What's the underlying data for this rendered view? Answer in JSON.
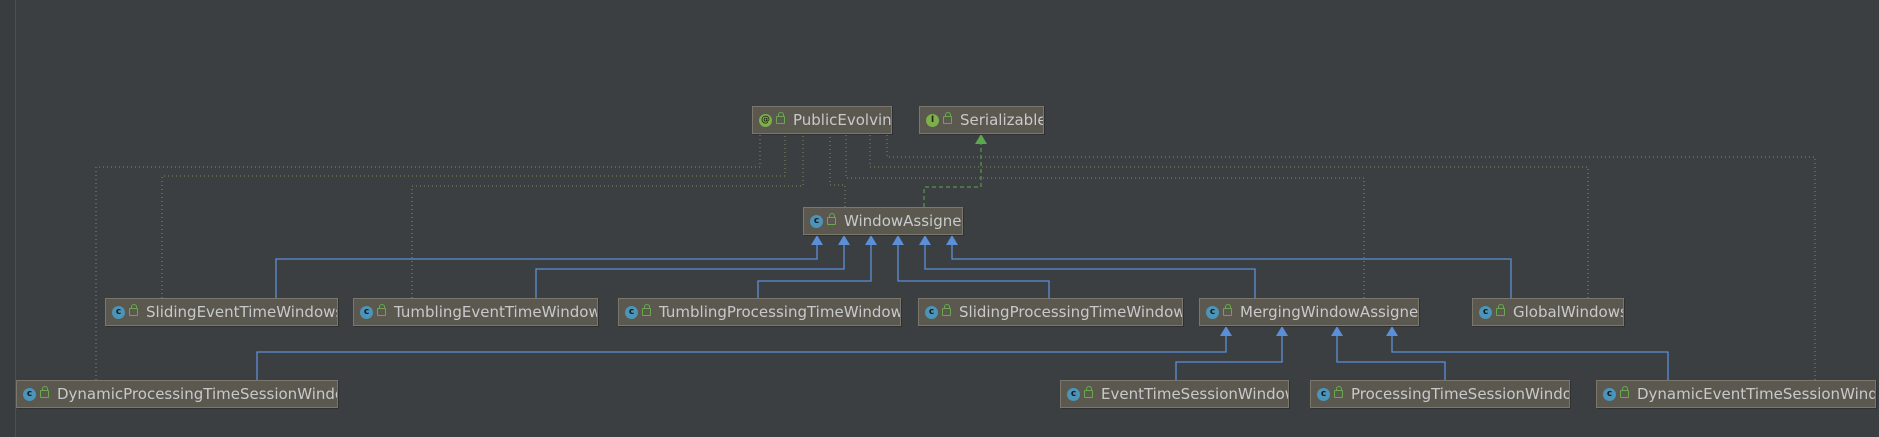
{
  "diagram": {
    "title": "",
    "colors": {
      "background": "#3c3f41",
      "node_fill": "#5b5850",
      "node_border": "#7b776c",
      "node_text": "#c7c9cb",
      "extends_edge": "#5b8fd8",
      "implements_edge": "#5ca84f",
      "annotation_edge": "#7f8f5a"
    },
    "nodes": [
      {
        "id": "publicevolving",
        "label": "PublicEvolving",
        "kind": "annotation",
        "icon": "annotation-icon"
      },
      {
        "id": "serializable",
        "label": "Serializable",
        "kind": "interface",
        "icon": "interface-icon"
      },
      {
        "id": "windowassigner",
        "label": "WindowAssigner",
        "kind": "class",
        "icon": "class-icon"
      },
      {
        "id": "slidingeventtimewindows",
        "label": "SlidingEventTimeWindows",
        "kind": "class",
        "icon": "class-icon"
      },
      {
        "id": "tumblingeventtimewindows",
        "label": "TumblingEventTimeWindows",
        "kind": "class",
        "icon": "class-icon"
      },
      {
        "id": "tumblingprocessingtimewindows",
        "label": "TumblingProcessingTimeWindows",
        "kind": "class",
        "icon": "class-icon"
      },
      {
        "id": "slidingprocessingtimewindows",
        "label": "SlidingProcessingTimeWindows",
        "kind": "class",
        "icon": "class-icon"
      },
      {
        "id": "mergingwindowassigner",
        "label": "MergingWindowAssigner",
        "kind": "class",
        "icon": "class-icon"
      },
      {
        "id": "globalwindows",
        "label": "GlobalWindows",
        "kind": "class",
        "icon": "class-icon"
      },
      {
        "id": "dynamicprocessingtimesessionwindows",
        "label": "DynamicProcessingTimeSessionWindows",
        "kind": "class",
        "icon": "class-icon"
      },
      {
        "id": "eventtimesessionwindows",
        "label": "EventTimeSessionWindows",
        "kind": "class",
        "icon": "class-icon"
      },
      {
        "id": "processingtimesessionwindows",
        "label": "ProcessingTimeSessionWindows",
        "kind": "class",
        "icon": "class-icon"
      },
      {
        "id": "dynamiceventtimesessionwindows",
        "label": "DynamicEventTimeSessionWindows",
        "kind": "class",
        "icon": "class-icon"
      }
    ],
    "edges": [
      {
        "from": "windowassigner",
        "to": "serializable",
        "type": "implements"
      },
      {
        "from": "slidingeventtimewindows",
        "to": "windowassigner",
        "type": "extends"
      },
      {
        "from": "tumblingeventtimewindows",
        "to": "windowassigner",
        "type": "extends"
      },
      {
        "from": "tumblingprocessingtimewindows",
        "to": "windowassigner",
        "type": "extends"
      },
      {
        "from": "slidingprocessingtimewindows",
        "to": "windowassigner",
        "type": "extends"
      },
      {
        "from": "mergingwindowassigner",
        "to": "windowassigner",
        "type": "extends"
      },
      {
        "from": "globalwindows",
        "to": "windowassigner",
        "type": "extends"
      },
      {
        "from": "dynamicprocessingtimesessionwindows",
        "to": "mergingwindowassigner",
        "type": "extends"
      },
      {
        "from": "eventtimesessionwindows",
        "to": "mergingwindowassigner",
        "type": "extends"
      },
      {
        "from": "processingtimesessionwindows",
        "to": "mergingwindowassigner",
        "type": "extends"
      },
      {
        "from": "dynamiceventtimesessionwindows",
        "to": "mergingwindowassigner",
        "type": "extends"
      },
      {
        "from": "windowassigner",
        "to": "publicevolving",
        "type": "annotated"
      },
      {
        "from": "slidingeventtimewindows",
        "to": "publicevolving",
        "type": "annotated"
      },
      {
        "from": "tumblingeventtimewindows",
        "to": "publicevolving",
        "type": "annotated"
      },
      {
        "from": "tumblingprocessingtimewindows",
        "to": "publicevolving",
        "type": "annotated"
      },
      {
        "from": "slidingprocessingtimewindows",
        "to": "publicevolving",
        "type": "annotated"
      },
      {
        "from": "mergingwindowassigner",
        "to": "publicevolving",
        "type": "annotated"
      },
      {
        "from": "globalwindows",
        "to": "publicevolving",
        "type": "annotated"
      },
      {
        "from": "dynamicprocessingtimesessionwindows",
        "to": "publicevolving",
        "type": "annotated"
      },
      {
        "from": "dynamiceventtimesessionwindows",
        "to": "publicevolving",
        "type": "annotated"
      }
    ]
  }
}
